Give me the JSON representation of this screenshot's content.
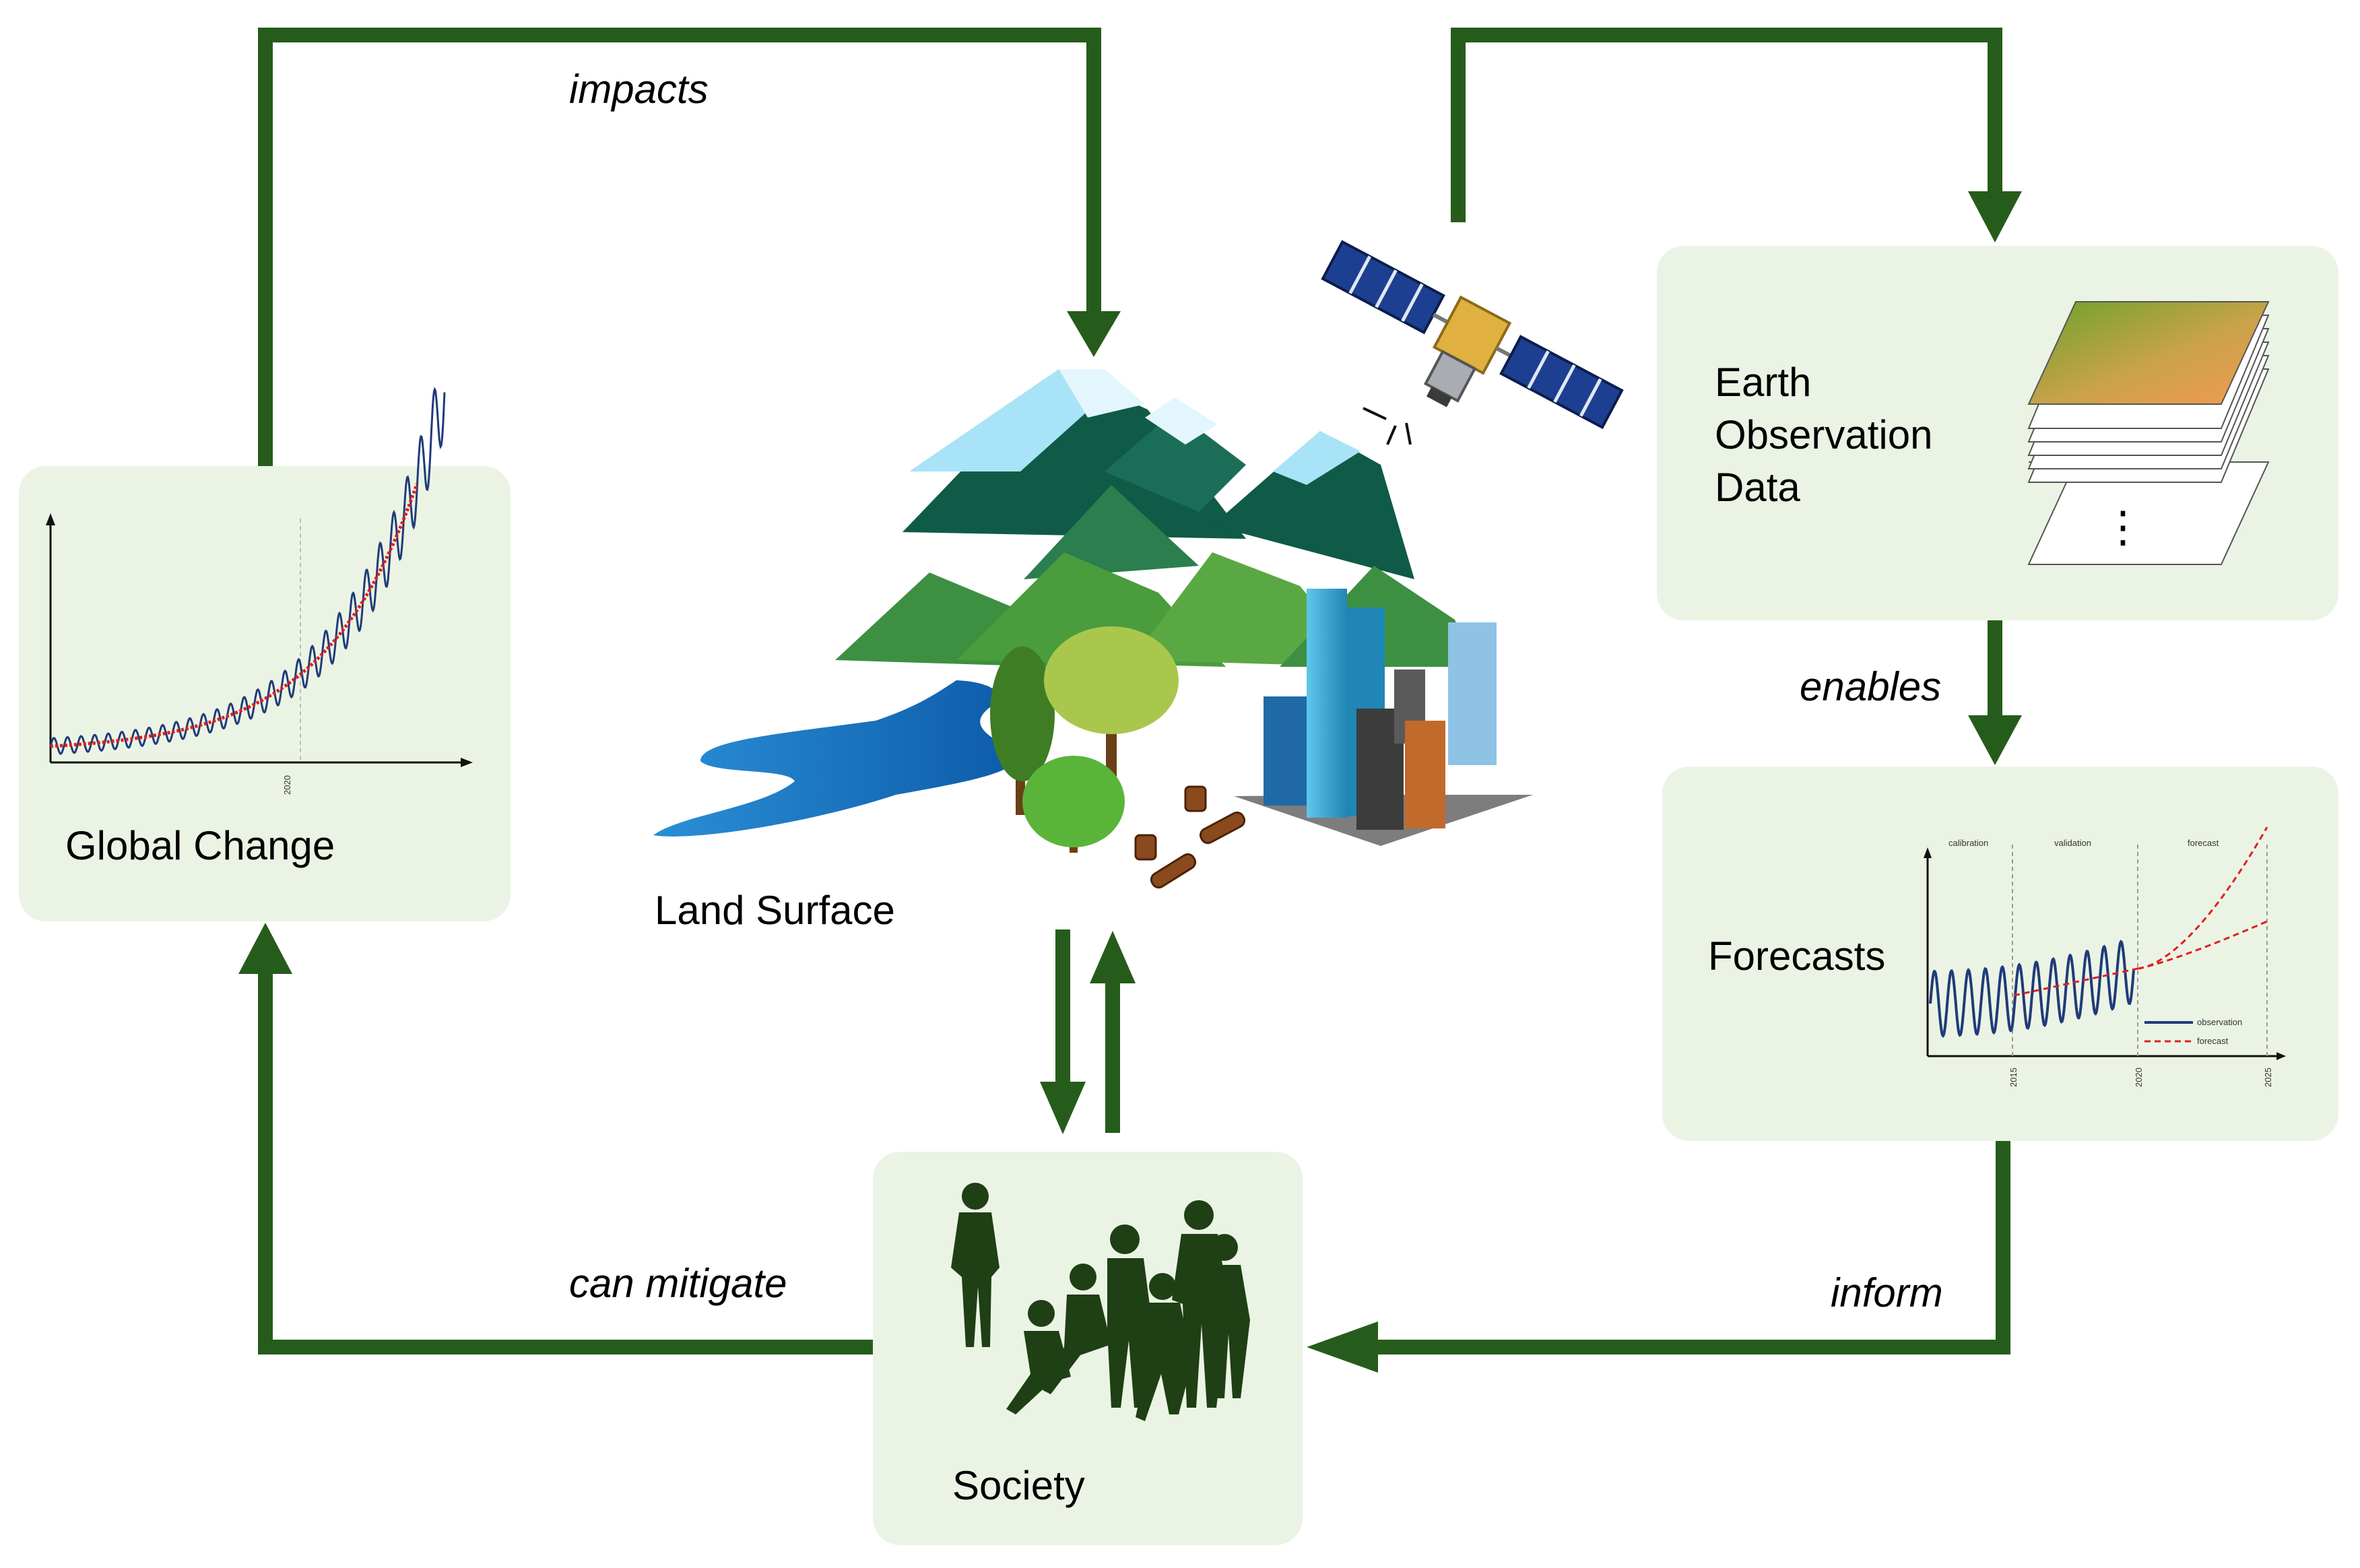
{
  "colors": {
    "arrow": "#265c1b",
    "box_fill": "#ebf4e4",
    "observation": "#1f3b7a",
    "forecast": "#e02020",
    "silhouette": "#1f3f14"
  },
  "nodes": {
    "global_change": {
      "title": "Global Change",
      "axis_tick": "2020"
    },
    "land_surface": {
      "title": "Land Surface"
    },
    "eo_data": {
      "title_lines": [
        "Earth",
        "Observation",
        "Data"
      ],
      "ellipsis": "⋮"
    },
    "forecasts": {
      "title": "Forecasts",
      "phases": [
        "calibration",
        "validation",
        "forecast"
      ],
      "years": [
        "2015",
        "2020",
        "2025"
      ],
      "legend": [
        "observation",
        "forecast"
      ]
    },
    "society": {
      "title": "Society"
    }
  },
  "edges": {
    "impacts": "impacts",
    "enables": "enables",
    "inform": "inform",
    "can_mitigate": "can mitigate"
  },
  "icons": [
    "satellite-icon",
    "mountains-icon",
    "river-icon",
    "trees-icon",
    "city-icon",
    "logs-icon",
    "people-silhouette-icon",
    "data-layers-icon"
  ]
}
